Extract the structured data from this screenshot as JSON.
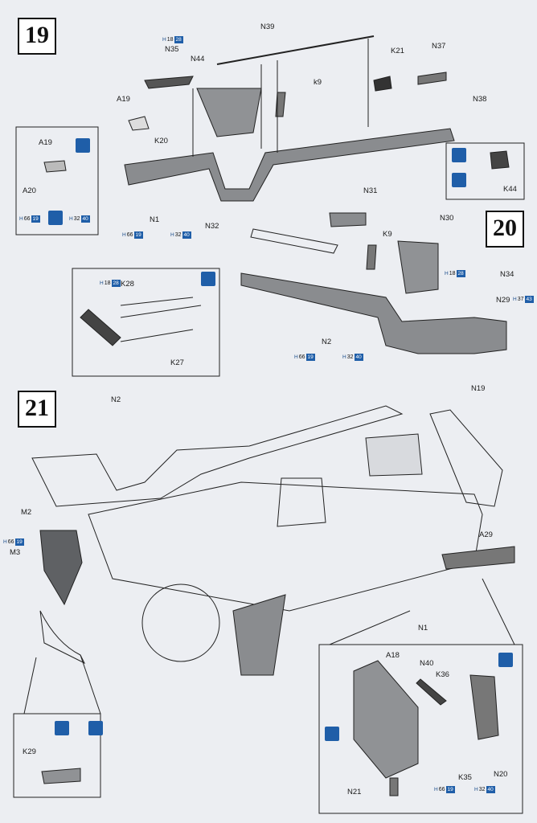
{
  "steps": [
    {
      "number": "19"
    },
    {
      "number": "20"
    },
    {
      "number": "21"
    }
  ],
  "labels": {
    "s19": [
      "N39",
      "H",
      "18",
      "28",
      "N35",
      "N44",
      "K21",
      "N37",
      "k9",
      "N38",
      "A19",
      "A19",
      "K20",
      "A20",
      "H",
      "66",
      "19",
      "H",
      "32",
      "40",
      "N1",
      "H",
      "66",
      "19",
      "H",
      "32",
      "40",
      "K44"
    ],
    "s20": [
      "N31",
      "K9",
      "N30",
      "N32",
      "H",
      "18",
      "28",
      "K28",
      "H",
      "18",
      "28",
      "N34",
      "N29",
      "H",
      "37",
      "43",
      "N2",
      "H",
      "66",
      "19",
      "H",
      "32",
      "40",
      "K27"
    ],
    "s21": [
      "N2",
      "N19",
      "M2",
      "H",
      "66",
      "19",
      "M3",
      "A29",
      "N1",
      "A18",
      "N40",
      "K36",
      "K29",
      "N20",
      "K35",
      "H",
      "66",
      "19",
      "H",
      "32",
      "40",
      "N21"
    ]
  },
  "icons": [
    "glue-icon",
    "glue-icon",
    "paint-brush-icon",
    "drill-icon",
    "glue-icon",
    "glue-icon",
    "cement-icon",
    "glue-icon",
    "cement-icon"
  ]
}
